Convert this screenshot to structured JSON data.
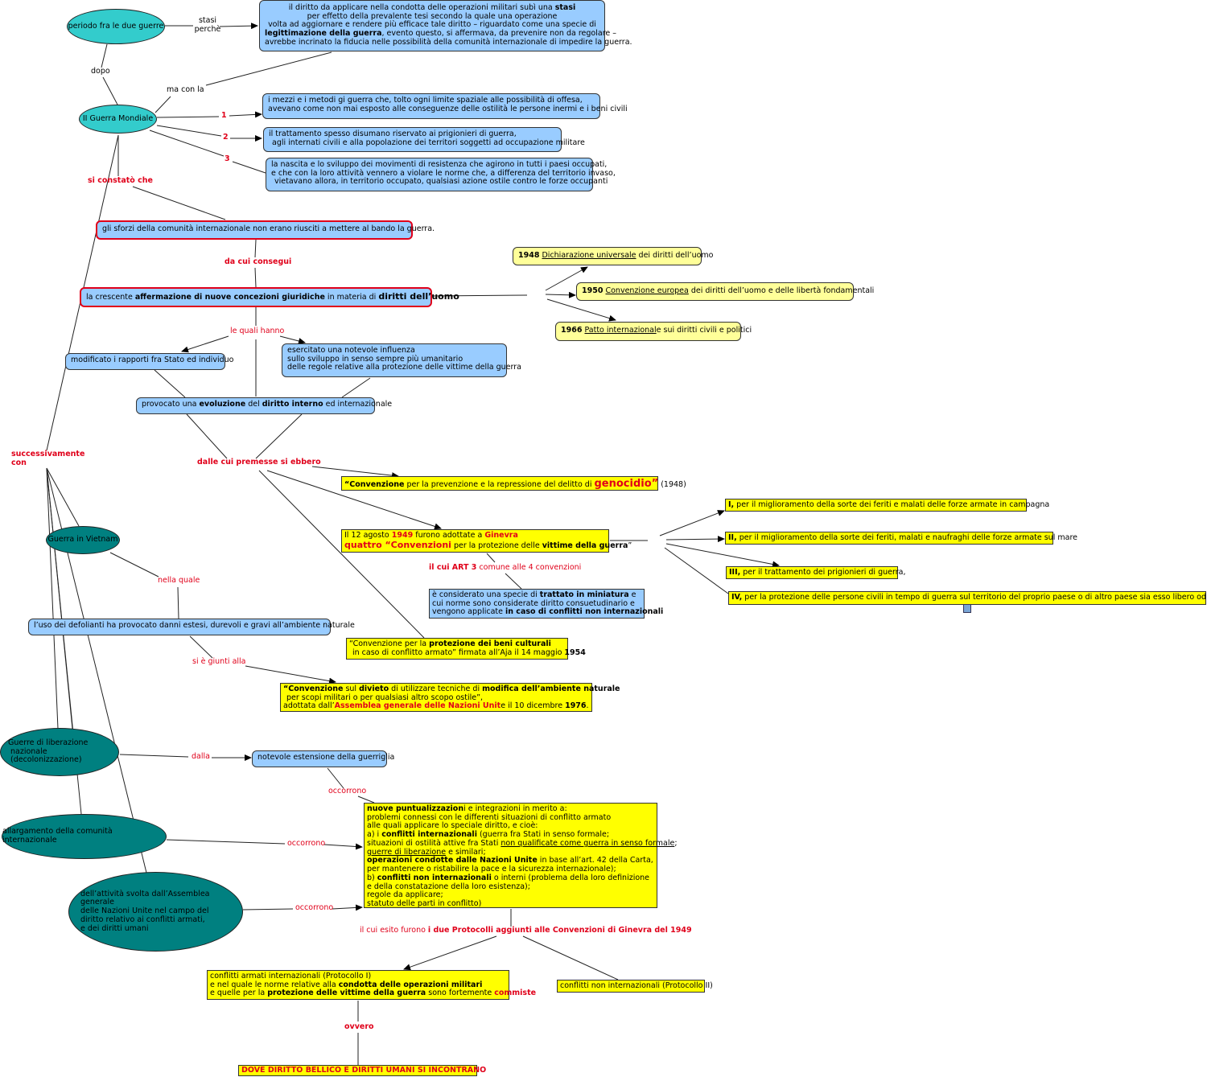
{
  "nodes": {
    "periodo": "periodo fra le due guerre",
    "stasi_box": {
      "l1a": "il diritto da applicare nella condotta delle operazioni militari subì una ",
      "l1b": "stasi",
      "l2": "per effetto della prevalente tesi secondo la quale una operazione",
      "l3": "volta ad aggiornare e rendere più efficace tale diritto – riguardato come una specie di",
      "l4a": "legittimazione della guerra",
      "l4b": ", evento questo, si affermava, da prevenire non da regolare –",
      "l5": "avrebbe incrinato la fiducia nelle possibilità della comunità internazionale di impedire la guerra."
    },
    "seconda_guerra": "II Guerra Mondiale",
    "mezzi": {
      "l1": "i mezzi e i metodi gi guerra che, tolto ogni limite spaziale alle possibilità di offesa,",
      "l2": "avevano come non mai esposto alle conseguenze delle ostilità le persone inermi e i beni civili"
    },
    "trattamento": {
      "l1": "il trattamento spesso disumano riservato ai prigionieri di guerra,",
      "l2": "agli internati civili e alla popolazione dei territori soggetti ad occupazione militare"
    },
    "resistenza": {
      "l1": "la nascita e lo sviluppo dei movimenti di resistenza che agirono in tutti i paesi occupati,",
      "l2": "e che con la loro attività vennero a violare le norme che, a differenza del territorio invaso,",
      "l3": "vietavano allora, in territorio occupato, qualsiasi azione ostile contro le forze occupanti"
    },
    "sforzi": "gli sforzi della comunità internazionale non erano riusciti a mettere al bando la guerra.",
    "crescente": {
      "p1": "la crescente ",
      "p2": "affermazione di nuove concezioni giuridiche",
      "p3": " in materia di ",
      "p4": "diritti dell’uomo"
    },
    "d1948": {
      "year": "1948",
      "name": "Dichiarazione universale",
      "rest": " dei diritti dell’uomo"
    },
    "d1950": {
      "year": "1950",
      "name": "Convenzione europea",
      "rest": " dei diritti dell’uomo e delle libertà fondamentali"
    },
    "d1966": {
      "year": "1966",
      "name": "Patto internazional",
      "rest": "e sui diritti civili e politici"
    },
    "modificato": "modificato i rapporti fra Stato ed individuo",
    "esercitato": {
      "l1": "esercitato una notevole influenza",
      "l2": "sullo sviluppo in senso sempre più umanitario",
      "l3": "delle regole relative alla protezione delle vittime della guerra"
    },
    "provocato": {
      "p1": "provocato una ",
      "p2": "evoluzione",
      "p3": " del ",
      "p4": "diritto interno",
      "p5": " ed internazionale"
    },
    "genocidio": {
      "p1": "“Convenzione",
      "p2": " per la prevenzione e la repressione del delitto di ",
      "p3": "genocidio”",
      "p4": " (1948)"
    },
    "ginevra": {
      "l1a": "Il 12 agosto ",
      "l1b": "1949",
      "l1c": " furono adottate a ",
      "l1d": "Ginevra",
      "l2a": "quattro “Convenzioni",
      "l2b": " per la protezione delle ",
      "l2c": "vittime della guerra",
      "l2d": "”"
    },
    "conv_I": {
      "num": "I,",
      "text": " per il miglioramento della sorte dei feriti e malati delle forze armate in campagna"
    },
    "conv_II": {
      "num": "II,",
      "text": " per il miglioramento della sorte dei feriti, malati e naufraghi delle forze armate sul mare"
    },
    "conv_III": {
      "num": "III,",
      "text": " per il trattamento dei prigionieri di guerra,"
    },
    "conv_IV": {
      "num": "IV,",
      "text": " per la protezione delle persone civili in tempo di guerra sul territorio del proprio paese o di altro paese sia esso libero od occupato"
    },
    "trattato": {
      "l1a": "è considerato una specie di ",
      "l1b": "trattato in miniatura",
      "l1c": " e",
      "l2": "cui norme sono considerate diritto consuetudinario e",
      "l3a": "vengono applicate ",
      "l3b": "in caso di conflitti non internazionali"
    },
    "beni_culturali": {
      "l1a": "“Convenzione per la ",
      "l1b": "protezione dei beni culturali",
      "l2a": "in caso di conflitto armato” firmata all’Aja il 14 maggio ",
      "l2b": "1954"
    },
    "vietnam": "Guerra in Vietnam",
    "defolianti": "l’uso dei defolianti ha provocato danni estesi, durevoli e gravi all’ambiente naturale",
    "ambiente": {
      "l1a": "“Convenzione",
      "l1b": " sul ",
      "l1c": "divieto",
      "l1d": " di utilizzare tecniche di ",
      "l1e": "modifica dell’ambiente naturale",
      "l2": "per scopi militari o per qualsiasi altro scopo ostile”,",
      "l3a": "adottata dall’",
      "l3b": "Assemblea generale delle Nazioni Unit",
      "l3c": "e il 10 dicembre ",
      "l3d": "1976",
      "l3e": "."
    },
    "liberazione": {
      "l1": "Guerre di liberazione",
      "l2": "nazionale (decolonizzazione)"
    },
    "guerriglia": "notevole estensione della guerriglia",
    "allargamento": "allargamento della comunità internazionale",
    "assemblea": {
      "l1": "dell’attività svolta dall’Assemblea generale",
      "l2": "delle Nazioni Unite nel campo del",
      "l3": "diritto relativo ai conflitti armati,",
      "l4": "e dei diritti umani"
    },
    "puntualizzazioni": {
      "l1a": "nuove puntualizzazion",
      "l1b": "i e integrazioni in merito a:",
      "l2": "problemi connessi con le differenti situazioni di conflitto armato",
      "l3": "alle quali applicare lo speciale diritto, e cioè:",
      "l4a": "a) i ",
      "l4b": "conflitti internazionali",
      "l4c": " (guerra fra Stati in senso formale;",
      "l5a": "situazioni di ostilità attive fra Stati ",
      "l5b": "non qualificate come guerra in senso formale",
      "l5c": ";",
      "l6a": "guerre di liberazione",
      "l6b": " e similari;",
      "l7a": "operazioni condotte dalle Nazioni Unite",
      "l7b": " in base all’art. 42 della Carta,",
      "l8": "per mantenere o ristabilire la pace e la sicurezza internazionale);",
      "l9a": "b) ",
      "l9b": "conflitti non internazionali",
      "l9c": " o interni (problema della loro definizione",
      "l10": "e della constatazione della loro esistenza);",
      "l11": "regole da applicare;",
      "l12": "statuto delle parti in conflitto)"
    },
    "protocollo_I": {
      "l1": "conflitti armati internazionali (Protocollo I)",
      "l2a": "e nel quale le norme relative alla ",
      "l2b": "condotta delle operazioni militari",
      "l3a": "e quelle per la ",
      "l3b": "protezione delle vittime della guerra",
      "l3c": " sono fortemente ",
      "l3d": "commiste"
    },
    "protocollo_II": "conflitti non internazionali (Protocollo II)",
    "conclusione": "DOVE DIRITTO BELLICO E DIRITTI UMANI SI INCONTRANO"
  },
  "links": {
    "stasi": "stasi",
    "perche": "perchè",
    "dopo": "dopo",
    "ma_con_la": "ma con la",
    "n1": "1",
    "n2": "2",
    "n3": "3",
    "si_constato": "si constatò che",
    "da_cui": "da cui consegui",
    "le_quali": "le quali hanno",
    "dalle_cui": "dalle cui premesse si ebbero",
    "art3_a": "il cui ART 3",
    "art3_b": " comune alle 4 convenzioni",
    "successivamente_1": "successivamente",
    "successivamente_2": "con",
    "nella_quale": "nella quale",
    "si_e_giunti": "si è giunti alla",
    "dalla": "dalla",
    "occorrono_1": "occorrono",
    "occorrono_2": "occorrono",
    "occorrono_3": "occorrono",
    "esito_a": "il cui esito furono ",
    "esito_b": "i due Protocolli aggiunti alle Convenzioni di Ginevra del 1949",
    "ovvero": "ovvero"
  },
  "colors": {
    "cyan_node": "#33cccc",
    "teal_node": "#008080",
    "blue_box": "#99ccff",
    "light_yellow_box": "#ffff99",
    "yellow_box": "#ffff00",
    "red_text": "#e0001a"
  },
  "icons": {
    "attachment": "attachment-icon"
  }
}
